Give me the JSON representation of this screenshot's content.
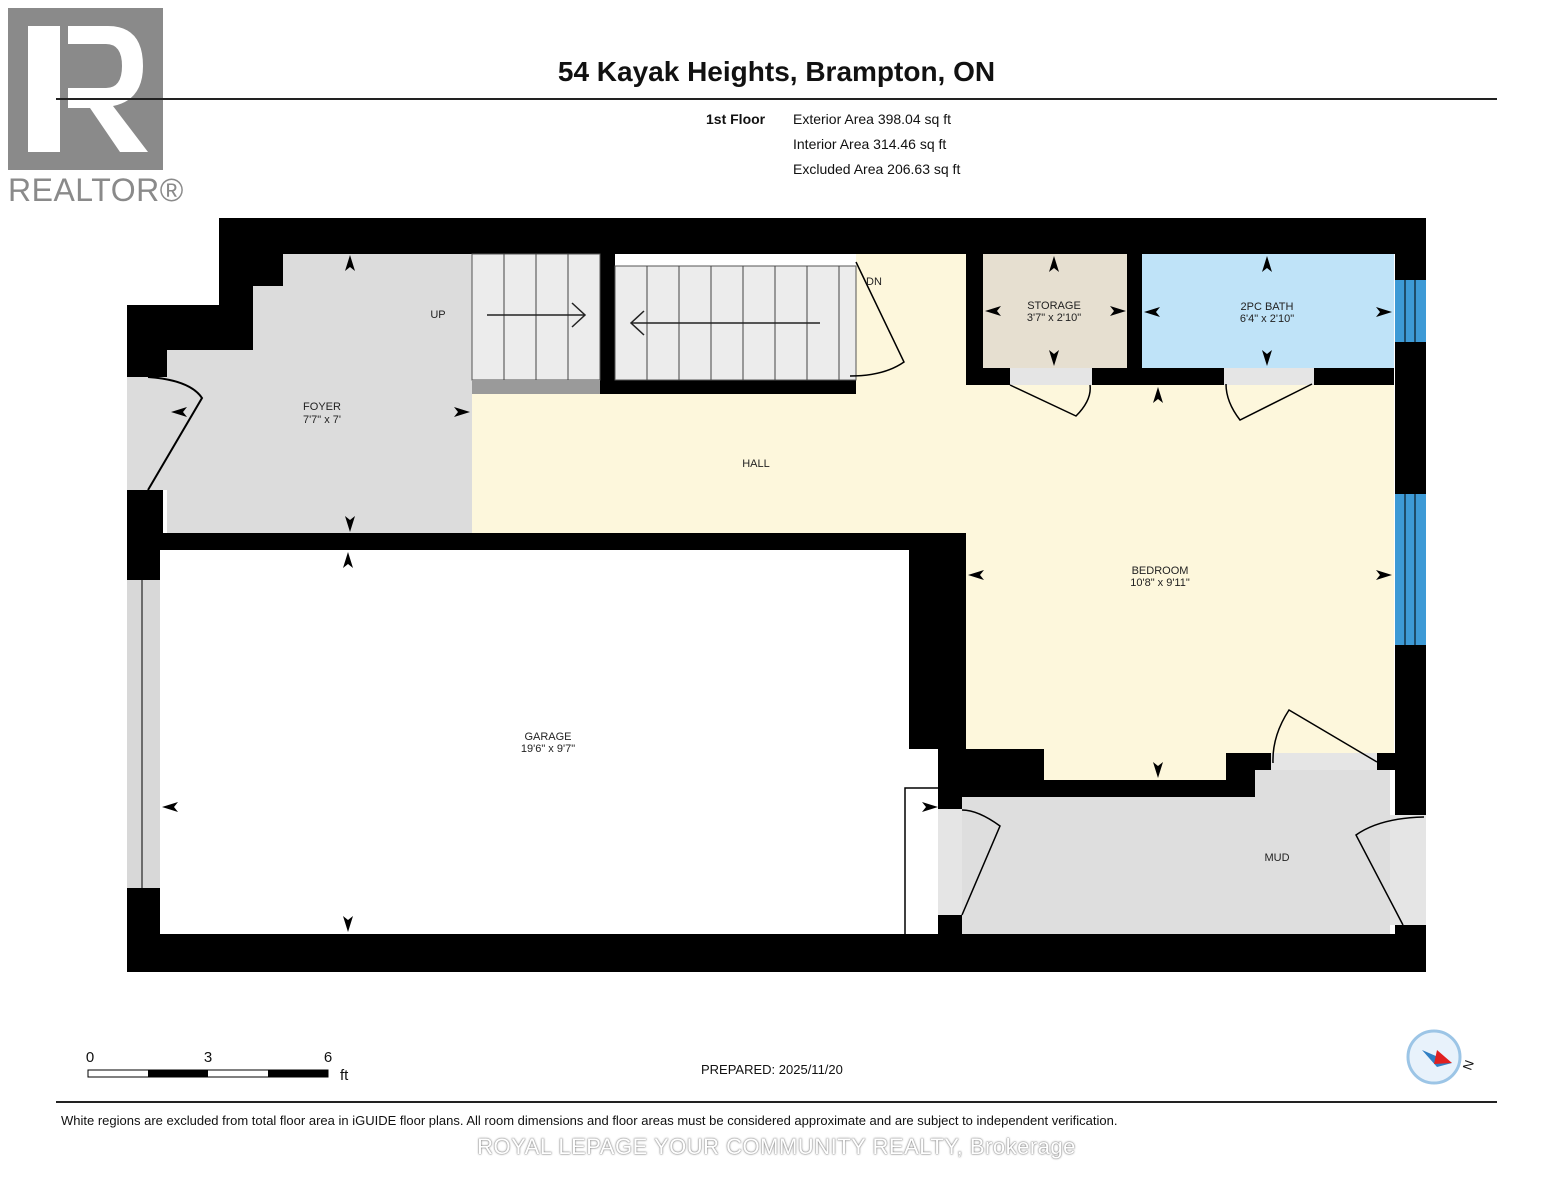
{
  "header": {
    "title": "54 Kayak Heights, Brampton, ON",
    "logo_text": "REALTOR®"
  },
  "summary": {
    "floor_label": "1st Floor",
    "exterior_area": "Exterior Area 398.04 sq ft",
    "interior_area": "Interior Area 314.46 sq ft",
    "excluded_area": "Excluded Area 206.63 sq ft"
  },
  "rooms": {
    "foyer": {
      "name": "FOYER",
      "dims": "7'7\" x 7'"
    },
    "storage": {
      "name": "STORAGE",
      "dims": "3'7\" x 2'10\""
    },
    "bath": {
      "name": "2PC BATH",
      "dims": "6'4\" x 2'10\""
    },
    "hall": {
      "name": "HALL"
    },
    "bedroom": {
      "name": "BEDROOM",
      "dims": "10'8\" x 9'11\""
    },
    "garage": {
      "name": "GARAGE",
      "dims": "19'6\" x 9'7\""
    },
    "mud": {
      "name": "MUD"
    }
  },
  "stairs": {
    "up_label": "UP",
    "down_label": "DN"
  },
  "scale": {
    "ticks": [
      "0",
      "3",
      "6"
    ],
    "unit": "ft"
  },
  "prepared": "PREPARED: 2025/11/20",
  "compass": {
    "label": "N"
  },
  "disclaimer": "White regions are excluded from total floor area in iGUIDE floor plans. All room dimensions and floor areas must be considered approximate and are subject to independent verification.",
  "brokerage": "ROYAL LEPAGE YOUR COMMUNITY REALTY, Brokerage",
  "colors": {
    "wall": "#000000",
    "foyer": "#dcdcdc",
    "hall": "#fdf7dc",
    "storage": "#e6dfd0",
    "bath": "#bfe3f8",
    "mud": "#dedede",
    "window": "#3d9ad6"
  }
}
